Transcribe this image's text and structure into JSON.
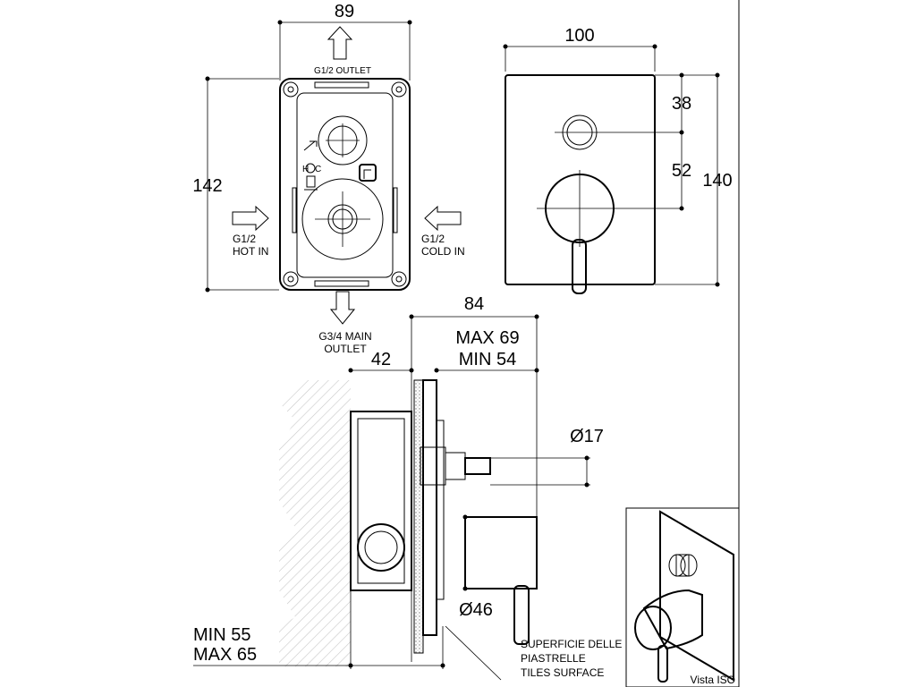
{
  "front_view": {
    "width_dim": "89",
    "height_dim": "142",
    "top_port": "G1/2 OUTLET",
    "left_port_line1": "G1/2",
    "left_port_line2": "HOT IN",
    "right_port_line1": "G1/2",
    "right_port_line2": "COLD IN",
    "bottom_port_line1": "G3/4 MAIN",
    "bottom_port_line2": "OUTLET"
  },
  "plate_view": {
    "width_dim": "100",
    "top_offset_dim": "38",
    "spacing_dim": "52",
    "height_dim": "140"
  },
  "side_view": {
    "overall_dim": "84",
    "max_projection": "MAX 69",
    "min_projection": "MIN 54",
    "body_depth_dim": "42",
    "button_diameter": "Ø17",
    "handle_diameter": "Ø46",
    "min_depth": "MIN 55",
    "max_depth": "MAX 65",
    "surface_label_line1": "SUPERFICIE DELLE",
    "surface_label_line2": "PIASTRELLE",
    "surface_label_line3": "TILES SURFACE"
  },
  "iso_view": {
    "label": "Vista ISO"
  }
}
